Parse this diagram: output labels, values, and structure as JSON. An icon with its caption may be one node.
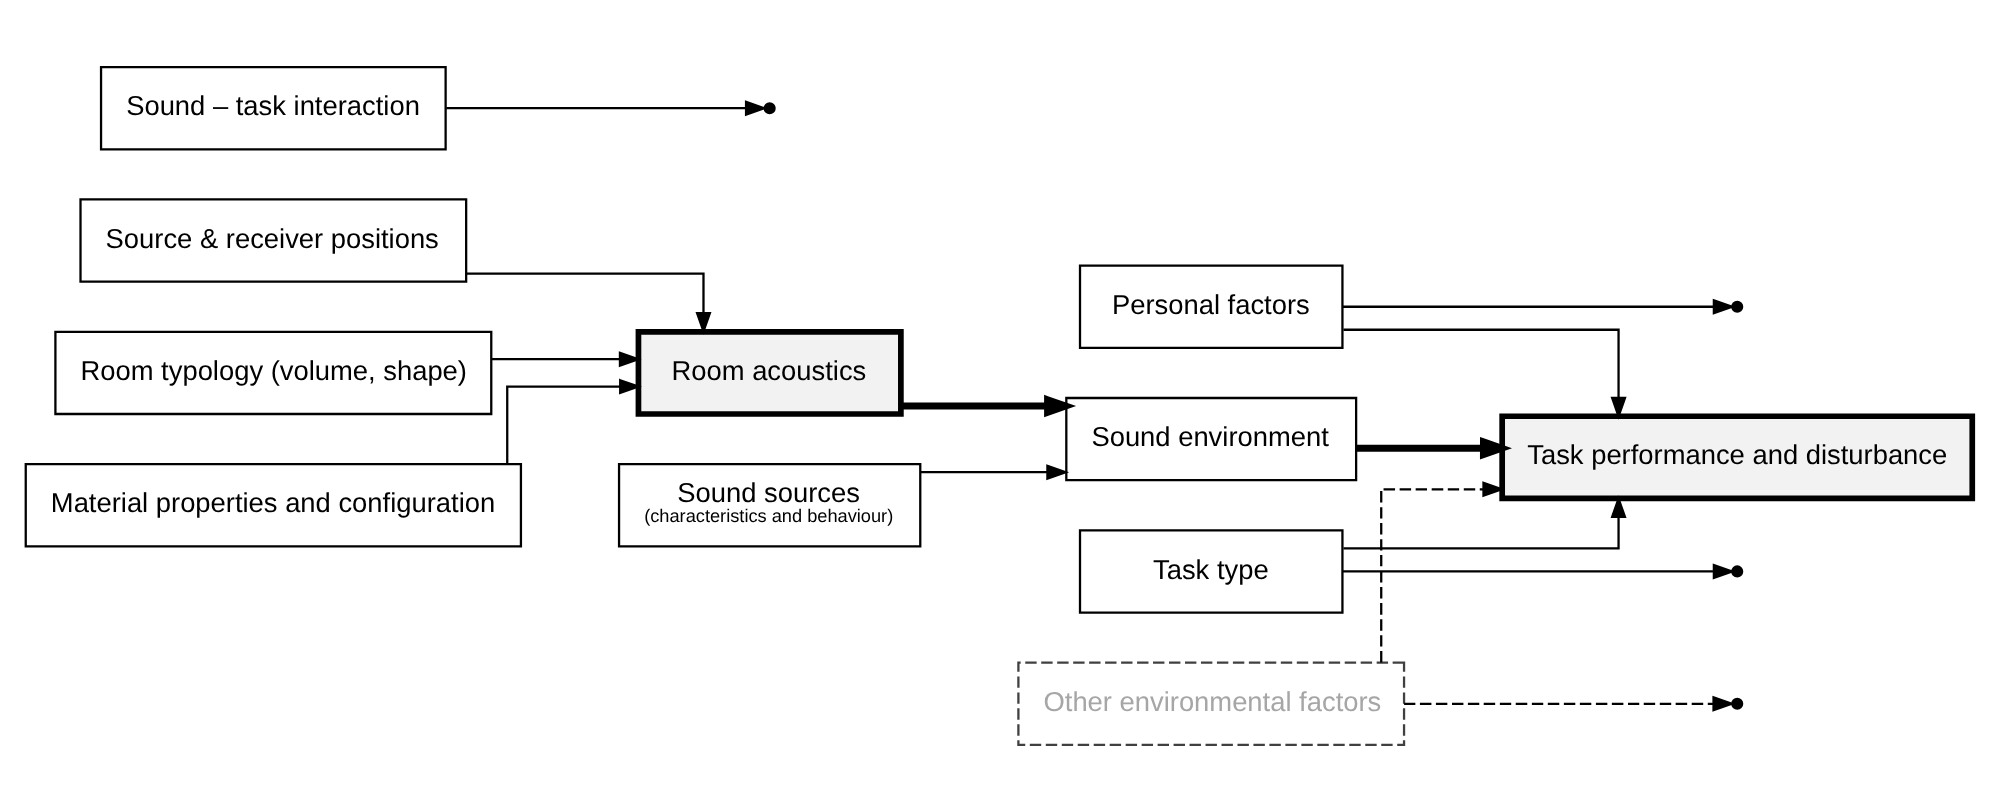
{
  "diagram": {
    "nodes": [
      {
        "text": [
          "Source & receiver positions"
        ]
      },
      {
        "text": [
          "Room typology (volume, shape)"
        ]
      },
      {
        "text": [
          "Material properties and configuration"
        ]
      },
      {
        "text": [
          "Room acoustics"
        ]
      },
      {
        "text": [
          "Sound sources",
          "(characteristics and behaviour)"
        ]
      },
      {
        "text": [
          "Sound environment"
        ]
      },
      {
        "text": [
          "Sound – task interaction"
        ]
      },
      {
        "text": [
          "Task performance and disturbance"
        ]
      },
      {
        "text": [
          "Personal factors"
        ]
      },
      {
        "text": [
          "Task type"
        ]
      },
      {
        "text": [
          "Other environmental factors"
        ]
      }
    ],
    "edges": [
      {
        "from": 0,
        "to": 3,
        "arrow": "to"
      },
      {
        "from": 1,
        "to": 3,
        "arrow": "to"
      },
      {
        "from": 2,
        "to": 3,
        "arrow": "to"
      },
      {
        "from": 3,
        "to": 5,
        "arrow": "to",
        "style": "thick"
      },
      {
        "from": 4,
        "to": 5,
        "arrow": "to"
      },
      {
        "from": 5,
        "to": 7,
        "arrow": "to",
        "style": "thick"
      },
      {
        "from": 6,
        "to": null,
        "arrow": "to"
      },
      {
        "from": 8,
        "to": null,
        "arrow": "to"
      },
      {
        "from": 8,
        "to": 7,
        "arrow": "to"
      },
      {
        "from": 9,
        "to": null,
        "arrow": "to"
      },
      {
        "from": 9,
        "to": 7,
        "arrow": "to"
      },
      {
        "from": 10,
        "to": null,
        "arrow": "to",
        "style": "dashed"
      },
      {
        "from": 10,
        "to": 7,
        "arrow": "to",
        "style": "dashed"
      }
    ]
  }
}
